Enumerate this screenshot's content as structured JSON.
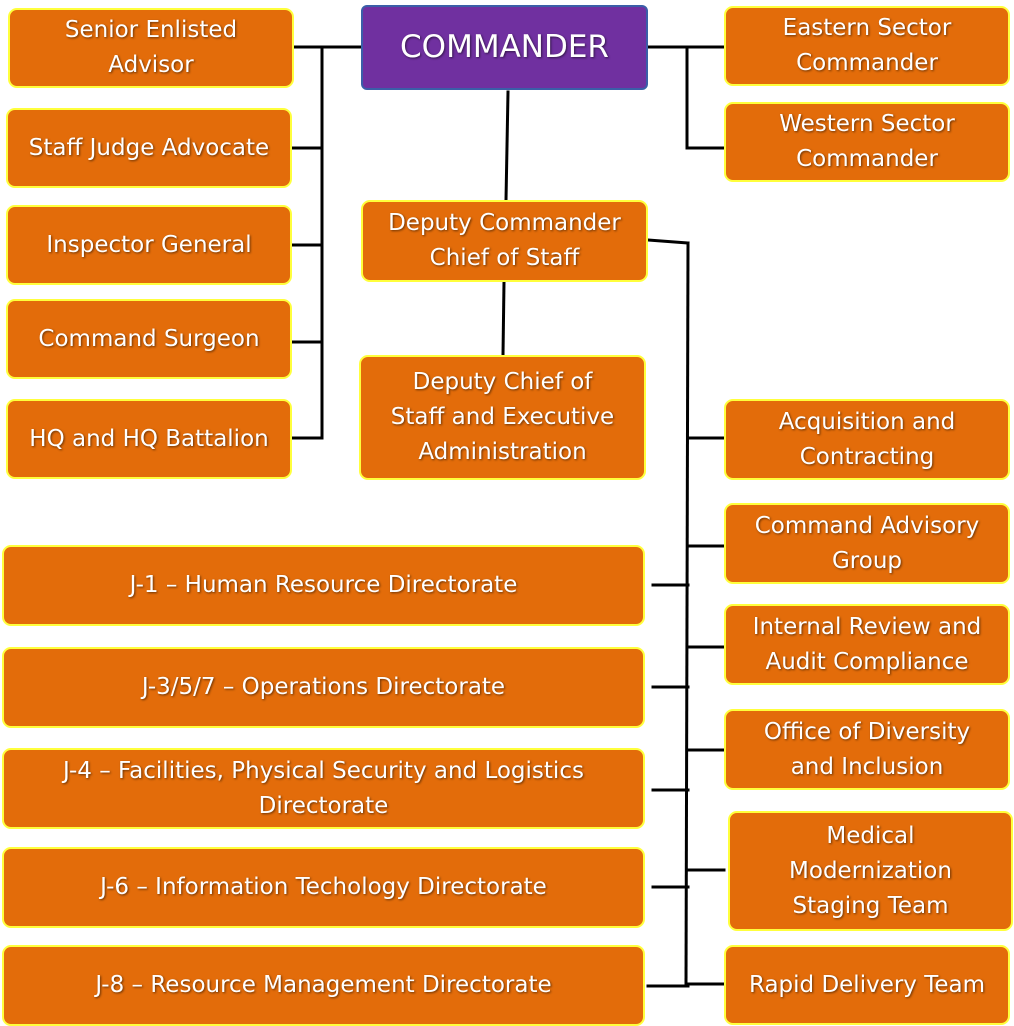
{
  "colors": {
    "box_fill": "#e36c0a",
    "box_border": "#ffff3c",
    "commander_fill": "#7030a0",
    "commander_border": "#3b5ea8",
    "connector": "#000000",
    "text": "#ffffff"
  },
  "nodes": {
    "commander": "COMMANDER",
    "senior_enlisted": "Senior Enlisted\nAdvisor",
    "staff_judge": "Staff Judge Advocate",
    "inspector_general": "Inspector General",
    "command_surgeon": "Command Surgeon",
    "hq_battalion": "HQ and HQ Battalion",
    "eastern_sector": "Eastern Sector\nCommander",
    "western_sector": "Western Sector\nCommander",
    "deputy_commander": "Deputy Commander\nChief of Staff",
    "deputy_chief": "Deputy Chief of\nStaff and Executive\nAdministration",
    "acquisition": "Acquisition and\nContracting",
    "advisory_group": "Command Advisory\nGroup",
    "internal_review": "Internal Review and\nAudit Compliance",
    "diversity": "Office of Diversity\nand Inclusion",
    "medical": "Medical\nModernization\nStaging Team",
    "rapid_delivery": "Rapid Delivery Team",
    "j1": "J-1 – Human Resource Directorate",
    "j3": "J-3/5/7 – Operations Directorate",
    "j4": "J-4 – Facilities, Physical Security and Logistics\nDirectorate",
    "j6": "J-6 – Information Techology Directorate",
    "j8": "J-8 – Resource Management Directorate"
  }
}
